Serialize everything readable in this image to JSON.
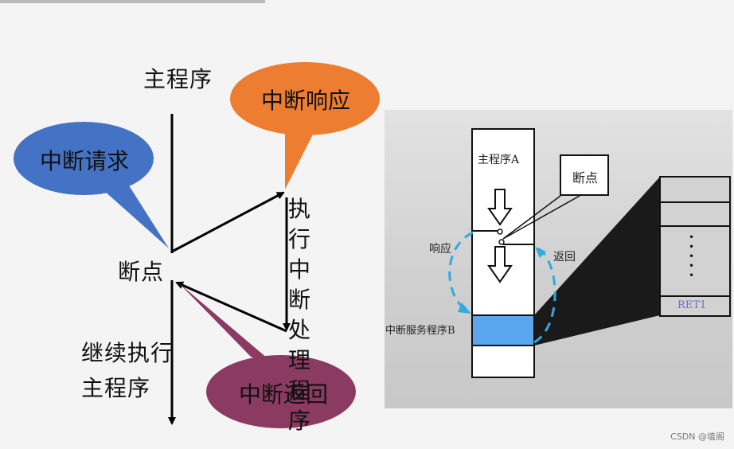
{
  "left": {
    "main_program": "主程序",
    "breakpoint": "断点",
    "execute_isr": [
      "执行",
      "中断",
      "处理",
      "程序"
    ],
    "continue_line1": "继续执行",
    "continue_line2": "主程序",
    "bubbles": {
      "request": {
        "label": "中断请求",
        "color": "#4472c4"
      },
      "response": {
        "label": "中断响应",
        "color": "#ed7d31"
      },
      "return": {
        "label": "中断返回",
        "color": "#8b3a62"
      }
    }
  },
  "right": {
    "main_program_a": "主程序A",
    "breakpoint": "断点",
    "response": "响应",
    "return": "返回",
    "isr_b": "中断服务程序B",
    "stack_dots": "•\n•\n•\n•\n•",
    "ret": "RET1",
    "isr_color": "#5aa7f0",
    "dash_color": "#33aadd"
  },
  "watermark": "CSDN @埴阁"
}
